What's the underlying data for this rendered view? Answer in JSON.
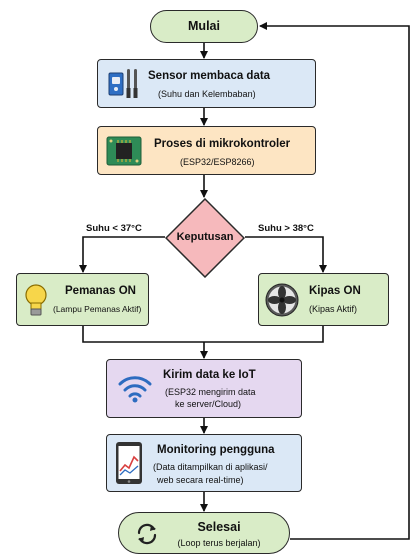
{
  "nodes": {
    "start": {
      "title": "Mulai"
    },
    "sensor": {
      "title": "Sensor membaca data",
      "subtitle": "(Suhu dan Kelembaban)"
    },
    "process": {
      "title": "Proses di mikrokontroler",
      "subtitle": "(ESP32/ESP8266)"
    },
    "decision": {
      "title": "Keputusan"
    },
    "heater": {
      "title": "Pemanas ON",
      "subtitle": "(Lampu Pemanas Aktif)"
    },
    "fan": {
      "title": "Kipas ON",
      "subtitle": "(Kipas Aktif)"
    },
    "iot": {
      "title": "Kirim data ke IoT",
      "subtitle_1": "(ESP32 mengirim data",
      "subtitle_2": "ke server/Cloud)"
    },
    "monitor": {
      "title": "Monitoring pengguna",
      "subtitle_1": "(Data ditampilkan di aplikasi/",
      "subtitle_2": "web secara real-time)"
    },
    "end": {
      "title": "Selesai",
      "subtitle": "(Loop terus berjalan)"
    }
  },
  "edges": {
    "left_condition": "Suhu < 37°C",
    "right_condition": "Suhu > 38°C"
  },
  "colors": {
    "green": "#d9ecc7",
    "blue": "#dbe8f6",
    "orange": "#fde5c3",
    "decision": "#f6b9bc",
    "purple": "#e5d8f0",
    "stroke": "#2a2a2a"
  },
  "icons": {
    "sensor": "sensor-module-icon",
    "process": "microcontroller-chip-icon",
    "heater": "light-bulb-icon",
    "fan": "fan-icon",
    "iot": "wifi-signal-icon",
    "monitor": "smartphone-chart-icon",
    "end": "loop-arrows-icon"
  }
}
